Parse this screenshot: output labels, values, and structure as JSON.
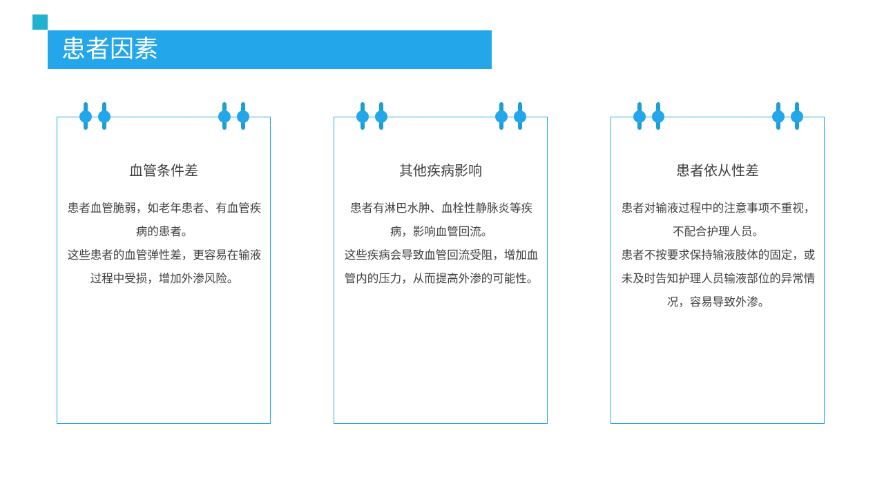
{
  "header": {
    "title": "患者因素"
  },
  "colors": {
    "accent": "#23a6ea",
    "accent_square": "#20b2cf",
    "text": "#404040"
  },
  "cards": [
    {
      "title": "血管条件差",
      "paragraphs": [
        "患者血管脆弱，如老年患者、有血管疾病的患者。",
        "这些患者的血管弹性差，更容易在输液过程中受损，增加外渗风险。"
      ]
    },
    {
      "title": "其他疾病影响",
      "paragraphs": [
        "患者有淋巴水肿、血栓性静脉炎等疾病，影响血管回流。",
        "这些疾病会导致血管回流受阻，增加血管内的压力，从而提高外渗的可能性。"
      ]
    },
    {
      "title": "患者依从性差",
      "paragraphs": [
        "患者对输液过程中的注意事项不重视，不配合护理人员。",
        "患者不按要求保持输液肢体的固定，或未及时告知护理人员输液部位的异常情况，容易导致外渗。"
      ]
    }
  ]
}
